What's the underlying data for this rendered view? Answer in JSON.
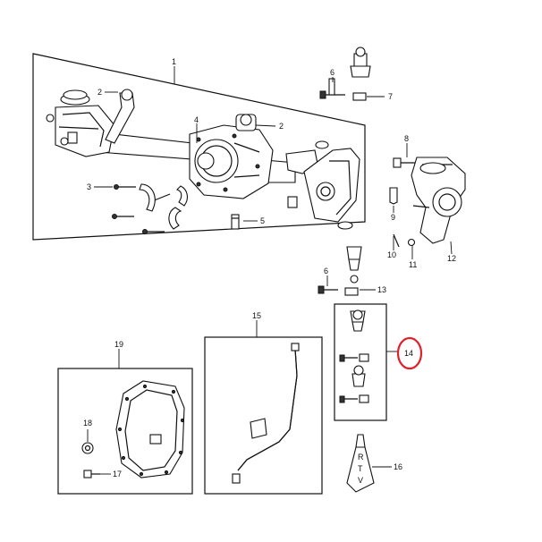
{
  "callouts": {
    "c1": "1",
    "c2a": "2",
    "c2b": "2",
    "c3": "3",
    "c4": "4",
    "c5": "5",
    "c6a": "6",
    "c6b": "6",
    "c7": "7",
    "c8": "8",
    "c9": "9",
    "c10": "10",
    "c11": "11",
    "c12": "12",
    "c13": "13",
    "c14": "14",
    "c15": "15",
    "c16": "16",
    "c17": "17",
    "c18": "18",
    "c19": "19"
  },
  "rtv_label": [
    "R",
    "T",
    "V"
  ],
  "colors": {
    "highlight": "#e0202a",
    "line": "#111111",
    "background": "#ffffff"
  },
  "highlighted_callout": "14"
}
